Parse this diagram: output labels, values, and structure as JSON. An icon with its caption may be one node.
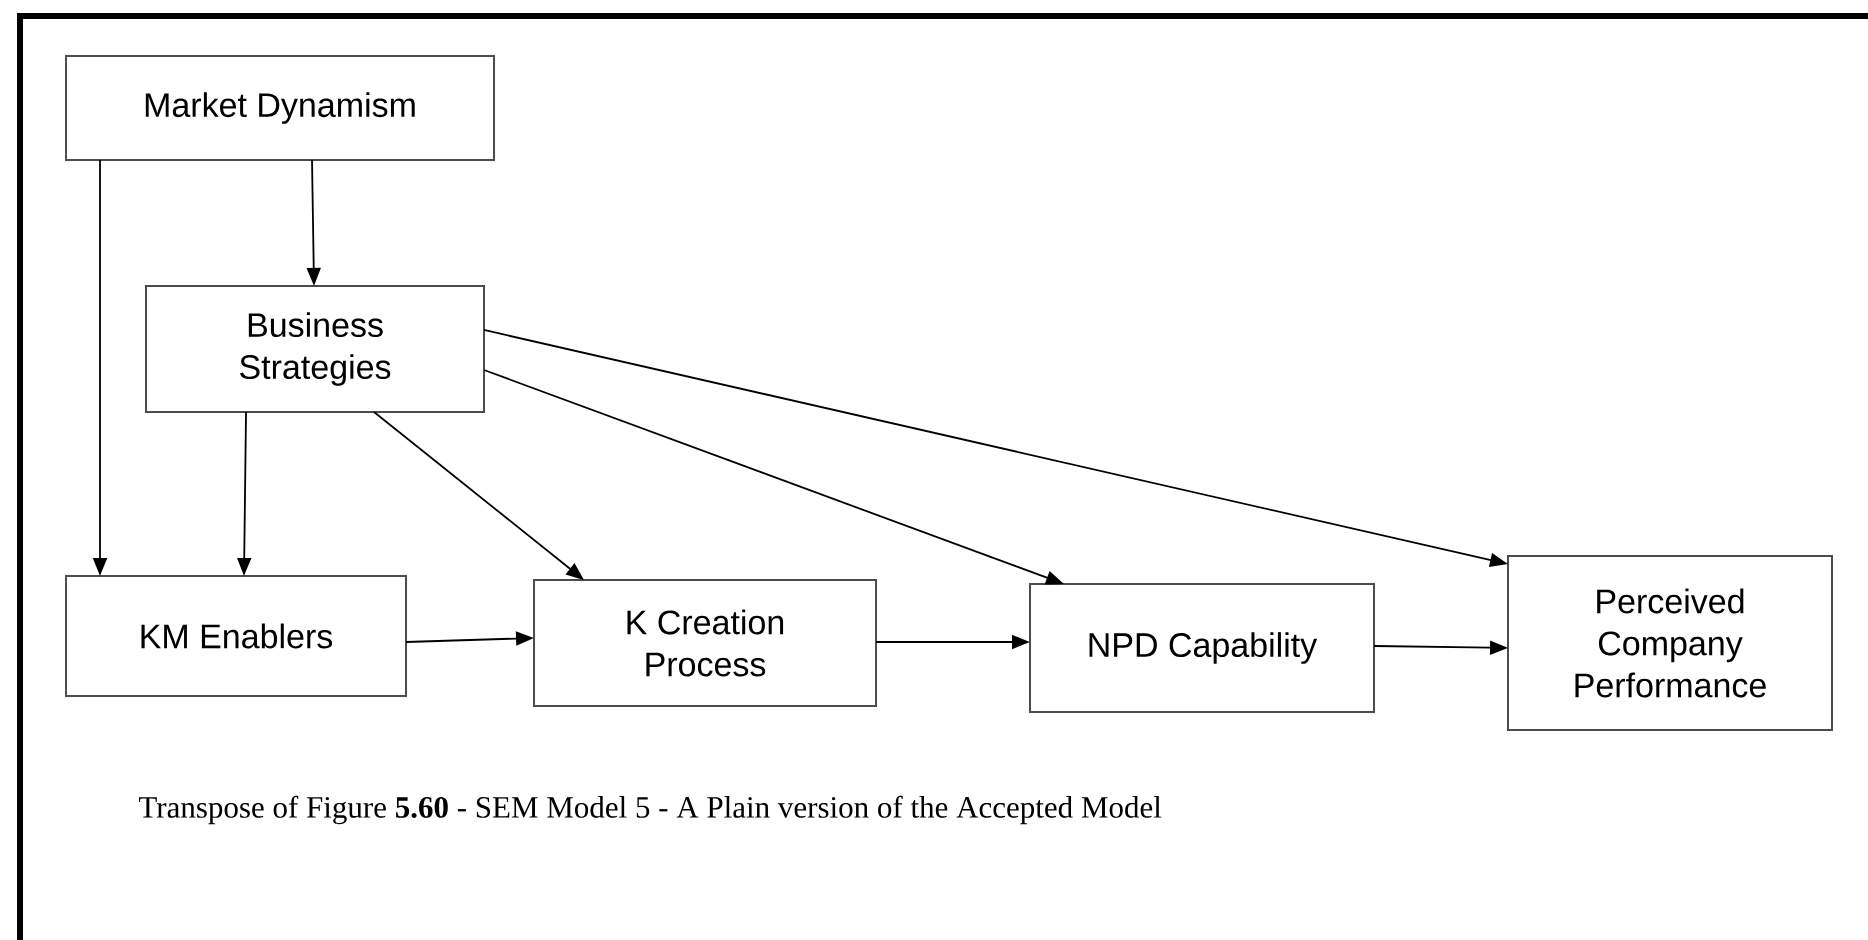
{
  "diagram": {
    "caption": "Transpose of Figure **5.60** - SEM Model 5 - A Plain version of the Accepted Model",
    "nodes": [
      {
        "text": [
          "Market Dynamism"
        ]
      },
      {
        "text": [
          "Business Strategies"
        ]
      },
      {
        "text": [
          "KM Enablers"
        ]
      },
      {
        "text": [
          "K Creation Process"
        ]
      },
      {
        "text": [
          "NPD Capability"
        ]
      },
      {
        "text": [
          "Perceived Company Performance"
        ]
      }
    ],
    "edges": [
      {
        "from": 0,
        "to": 2,
        "arrow": "to"
      },
      {
        "from": 0,
        "to": 1,
        "arrow": "to"
      },
      {
        "from": 1,
        "to": 2,
        "arrow": "to"
      },
      {
        "from": 1,
        "to": 3,
        "arrow": "to"
      },
      {
        "from": 1,
        "to": 4,
        "arrow": "to"
      },
      {
        "from": 1,
        "to": 5,
        "arrow": "to"
      },
      {
        "from": 2,
        "to": 3,
        "arrow": "to"
      },
      {
        "from": 3,
        "to": 4,
        "arrow": "to"
      },
      {
        "from": 4,
        "to": 5,
        "arrow": "to"
      }
    ]
  }
}
